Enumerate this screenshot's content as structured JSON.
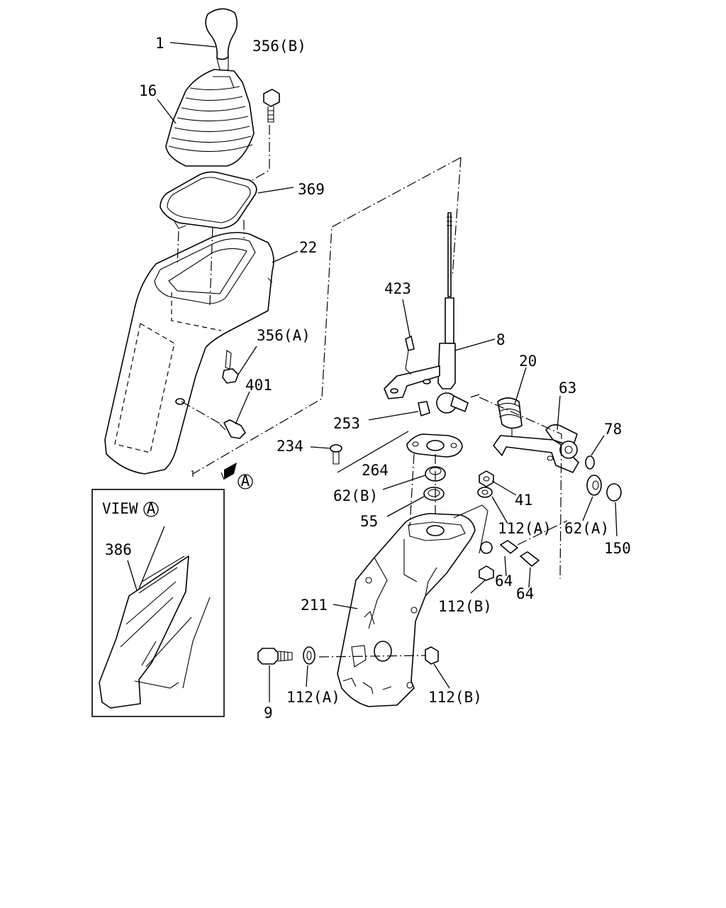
{
  "callouts": {
    "p1": "1",
    "p356b": "356(B)",
    "p16": "16",
    "p369": "369",
    "p22": "22",
    "p423": "423",
    "p8": "8",
    "p356a": "356(A)",
    "p401": "401",
    "p20": "20",
    "p63": "63",
    "p253": "253",
    "p78": "78",
    "p234": "234",
    "p264": "264",
    "p62b": "62(B)",
    "p41": "41",
    "p55": "55",
    "p112a_top": "112(A)",
    "p62a": "62(A)",
    "p150": "150",
    "p64_1": "64",
    "p64_2": "64",
    "p112b_mid": "112(B)",
    "p211": "211",
    "p9": "9",
    "p112a_bot": "112(A)",
    "p112b_bot": "112(B)",
    "viewA_marker": "A"
  },
  "view_inset": {
    "title": "VIEW",
    "circle_letter": "A",
    "part": "386"
  }
}
